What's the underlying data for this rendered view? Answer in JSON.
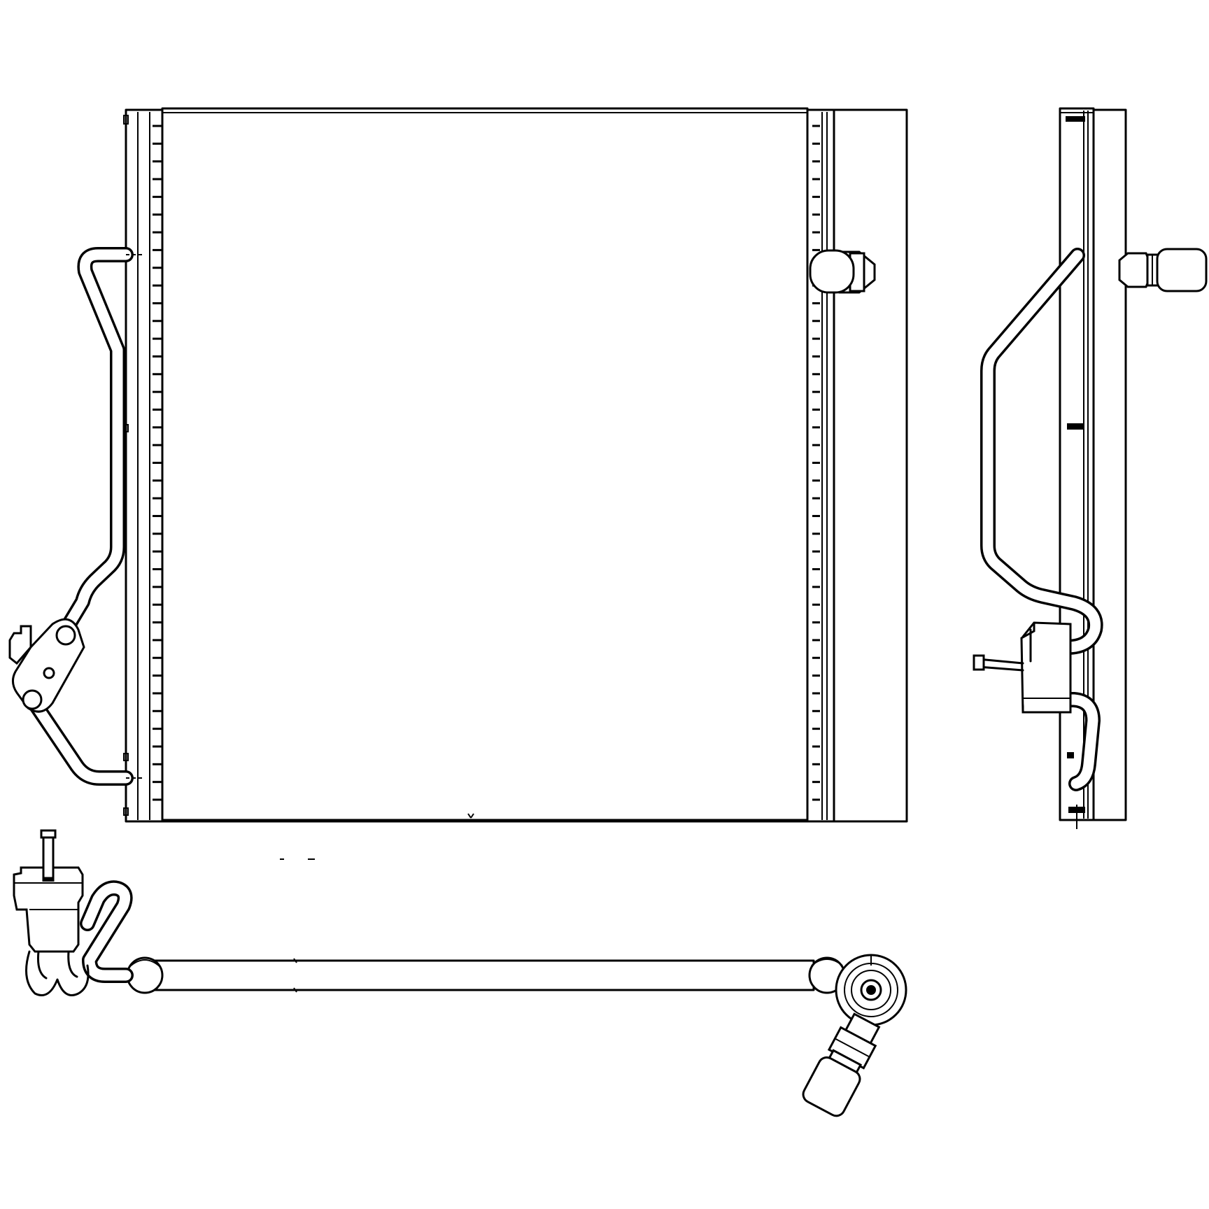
{
  "drawing": {
    "subject": "condenser-technical-drawing",
    "views": [
      "front-view",
      "side-view",
      "bottom-view"
    ],
    "colors": {
      "line": "#000000",
      "background": "#ffffff"
    },
    "front_view": {
      "tube_count": 39
    },
    "side_view": {
      "mount_marks": 4
    }
  }
}
